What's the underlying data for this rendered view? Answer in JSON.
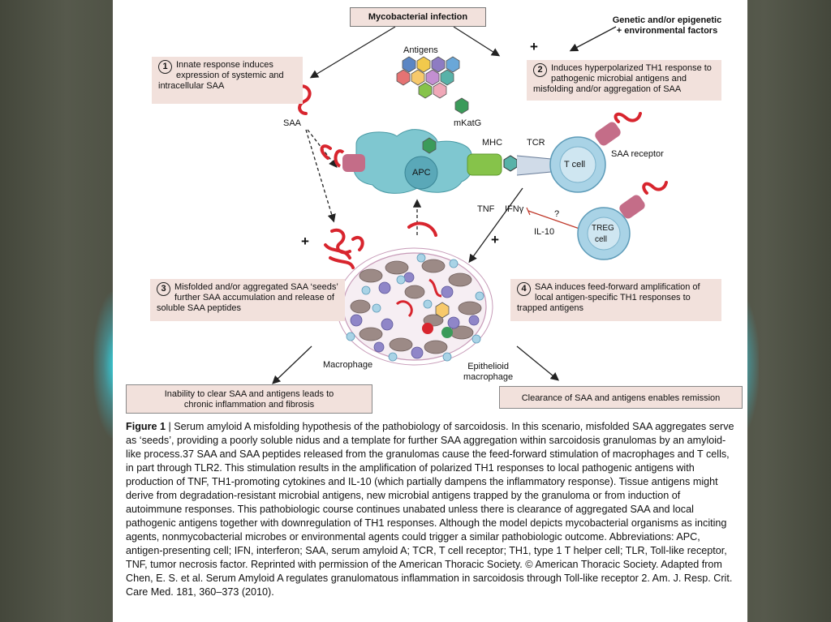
{
  "header": {
    "infection": "Mycobacterial infection",
    "genetic": "Genetic and/or epigenetic\n+ environmental factors"
  },
  "boxes": {
    "b1": {
      "num": "1",
      "text": "Innate response induces expression of systemic and intracellular SAA"
    },
    "b2": {
      "num": "2",
      "text": "Induces hyperpolarized TH1 response to pathogenic microbial antigens and misfolding and/or aggregation of SAA"
    },
    "b3": {
      "num": "3",
      "text": "Misfolded and/or aggregated SAA ‘seeds’ further SAA accumulation and release of soluble SAA peptides"
    },
    "b4": {
      "num": "4",
      "text": "SAA induces feed-forward amplification of local antigen-specific TH1 responses to trapped antigens"
    }
  },
  "labels": {
    "antigens": "Antigens",
    "mkatg": "mKatG",
    "saa": "SAA",
    "apc": "APC",
    "mhc": "MHC",
    "tcr": "TCR",
    "tcell": "T cell",
    "saa_receptor": "SAA receptor",
    "tnf": "TNF",
    "ifn": "IFNγ",
    "question": "?",
    "il10": "IL-10",
    "treg": "TREG",
    "treg_cell": "cell",
    "plus": "+",
    "macrophage": "Macrophage",
    "epithelioid": "Epithelioid\nmacrophage"
  },
  "outcomes": {
    "left": "Inability to clear SAA and antigens leads to chronic inflammation and fibrosis",
    "right": "Clearance of SAA and antigens enables remission"
  },
  "caption": {
    "fig_label": "Figure 1",
    "text": " | Serum amyloid A misfolding hypothesis of the pathobiology of sarcoidosis. In this scenario, misfolded SAA aggregates serve as ‘seeds’, providing a poorly soluble nidus and a template for further SAA aggregation within sarcoidosis granulomas by an amyloid-like process.37 SAA and SAA peptides released from the granulomas cause the feed-forward stimulation of macrophages and T cells, in part through TLR2. This stimulation results in the amplification of polarized TH1 responses to local pathogenic antigens with production of TNF, TH1-promoting cytokines and IL-10 (which partially dampens the inflammatory response). Tissue antigens might derive from degradation-resistant microbial antigens, new microbial antigens trapped by the granuloma or from induction of autoimmune responses. This pathobiologic course continues unabated unless there is clearance of aggregated SAA and local pathogenic antigens together with downregulation of TH1 responses. Although the model depicts mycobacterial organisms as inciting agents, nonmycobacterial microbes or environmental agents could trigger a similar pathobiologic outcome. Abbreviations: APC, antigen-presenting cell; IFN, interferon; SAA, serum amyloid A; TCR, T cell receptor; TH1, type 1 T helper cell; TLR, Toll-like receptor, TNF, tumor necrosis factor. Reprinted with permission of the American Thoracic Society. © American Thoracic Society. Adapted from Chen, E. S. et al. Serum Amyloid A regulates granulomatous inflammation in sarcoidosis through Toll-like receptor 2. Am. J. Resp. Crit. Care Med. 181, 360–373 (2010)."
  },
  "colors": {
    "box": "#f2e1dc",
    "saa": "#d8252e",
    "apc": "#7fc7d0",
    "tcell": "#a9d3e6",
    "mhc": "#86c34a",
    "receptor": "#c46d88"
  }
}
